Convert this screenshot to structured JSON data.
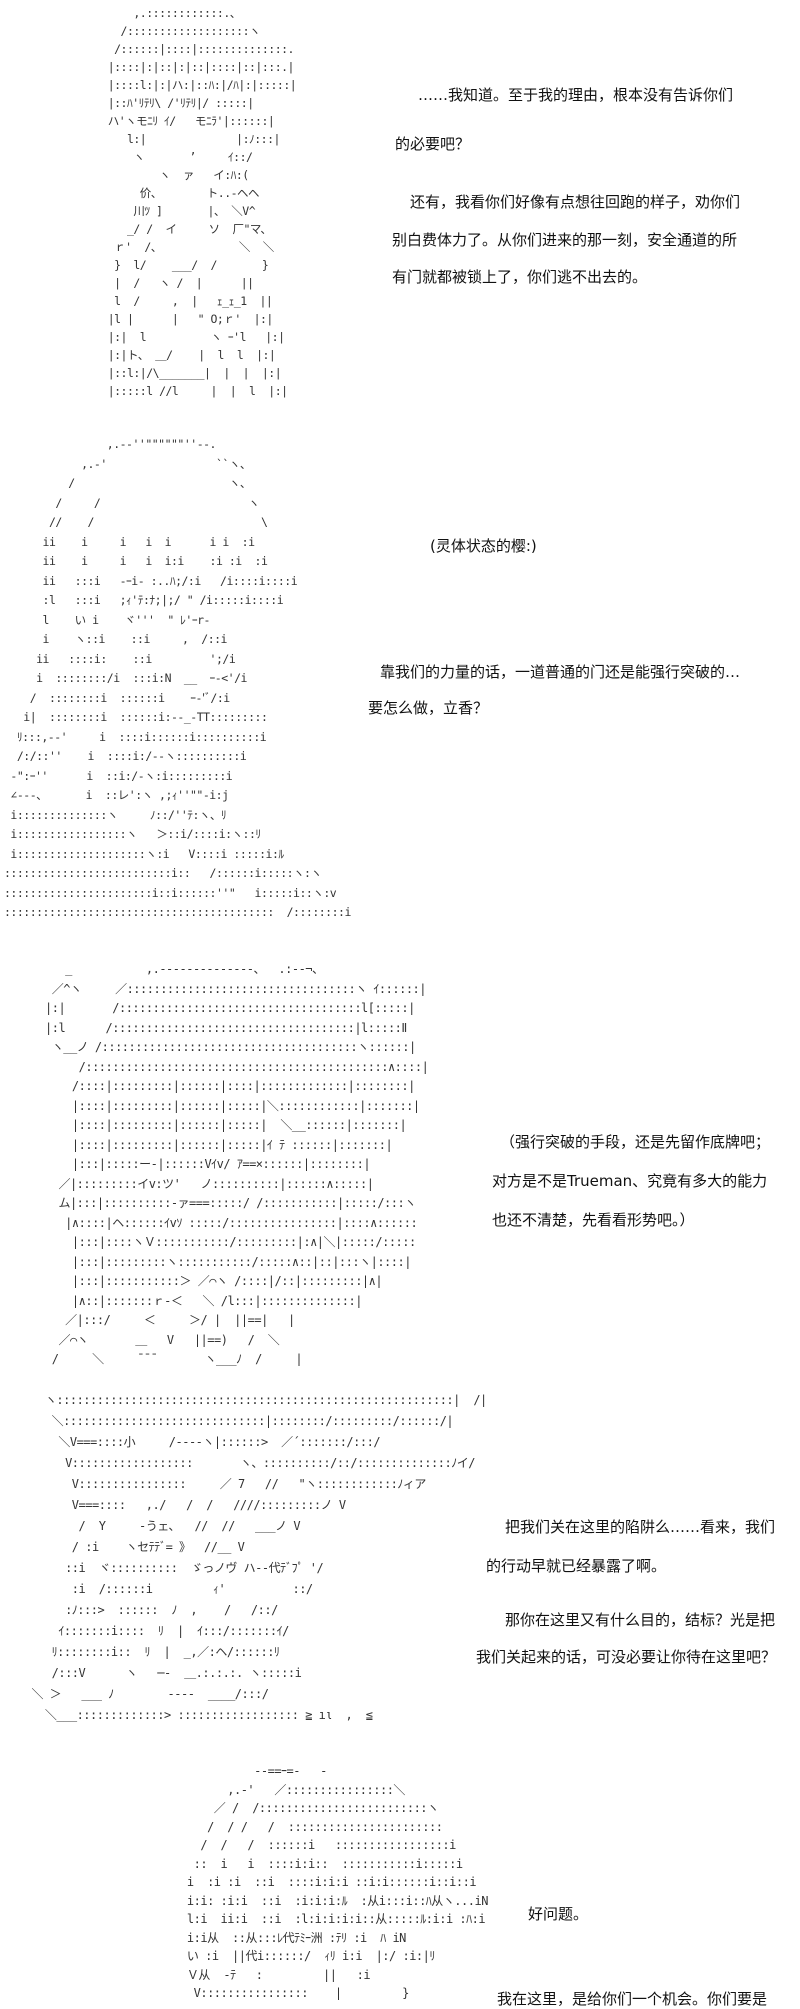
{
  "panels": [
    {
      "art": "        ,.::::::::::::.、\n      /:::::::::::::::::::ヽ\n     /::::::|::::|::::::::::::::.\n    |::::|:|::|:|::|::::|::|:::.|\n    |::::l:|:|ハ:|::ﾊ:|/ﾊ|:|:::::|\n    |::ﾊ'ﾘﾃﾘ\\ /'ﾘﾃﾘ|/ :::::|\n    ハ'ヽモﾆﾘ ｲ/   モﾆﾗ'|::::::|\n       l:|              |:ﾉ:::|\n        ヽ       ’     ｲ::/\n            ヽ  ァ   イ:ﾊ:(\n         价、       ト..-ヘヘ\n        川ﾂ ]       |、 ＼V^\n       _/ /  イ     ソ  厂\"マ、\n     ｒ'  /、            ＼  ＼\n     }  l/    ___/  /       }\n     |  /   ヽ /  |      ||\n     l  /     ,  |   ｪ_ｪ_1  ||\n    |l |      |   \" O;ｒ'  |:|\n    |:|  l          ヽ ｰ'l   |:|\n    |:|ト、 ＿/    |  l  l  |:|\n    |::l:|/\\_______|  |  |  |:|\n    |:::::l //l     |  |  l  |:|",
      "paragraphs": [
        [
          "……我知道。至于我的理由，根本没有告诉你们",
          "的必要吧？"
        ],
        [
          "还有，我看你们好像有点想往回跑的样子，劝你们",
          "别白费体力了。从你们进来的那一刻，安全通道的所",
          "有门就都被锁上了，你们逃不出去的。"
        ]
      ]
    },
    {
      "art": "                ,.-‐''\"\"\"\"\"\"''‐-.\n            ,.‐'                 ``ヽ、\n          /                        ヽ、\n        /     /                       ヽ\n       //    /                          \\\n      ii    i     i   i  i      i i  :i\n      ii    i     i   i  i:i    :i :i  :i\n      ii   :::i   ‐ｰi‐ :..ﾊ;/:i   /i::::i::::i\n      :l   :::i   ;ｨ'ﾃ:ﾅ;|;/ \" /i:::::i::::i\n      l    い i    ヾ'''  \" ﾚ'ｰr‐\n      i    ヽ::i    ::i     ,  /::i\n     ii   ::::i:    ::i         ';/i\n     i  ::::::::/i  :::i:N  __  ｰ-<'/i\n    /  ::::::::i  ::::::i    ｰ‐'ﾞ/:i\n   i|  ::::::::i  ::::::i:-‐_-TT:::::::::\n  ﾘ:::,-‐'     i  ::::i::::::i::::::::::i\n  /:/::''    i  ::::i:/‐-ヽ::::::::::i\n ‐\":ｰ''      i  ::i:/‐ヽ:i:::::::::i\n ∠‐‐‐、      i  ::レ':ヽ ,;ｨ''\"\"‐i:j\n i::::::::::::::ヽ     ﾉ::/''ﾃ:ヽ、ﾘ\n i:::::::::::::::::ヽ   ＞::i/::::i:ヽ::ﾘ\n i::::::::::::::::::::ヽ:i   V::::i :::::i:ﾙ\n::::::::::::::::::::::::::i::   /::::::i:::::ヽ:ヽ\n:::::::::::::::::::::::i::i::::::''\"   i:::::i::ヽ:v\n::::::::::::::::::::::::::::::::::::::::::  /::::::::i",
      "paragraphs": [
        [
          "(灵体状态的樱:)"
        ],
        [
          "靠我们的力量的话，一道普通的门还是能强行突破的…",
          "要怎么做，立香？"
        ]
      ]
    },
    {
      "art": "   _           ,.--------------、  .:-‐¬、\n ／^ヽ     ／::::::::::::::::::::::::::::::::::ヽ ｲ::::::|\n|:|       /::::::::::::::::::::::::::::::::::::l[:::::|\n|:l      /::::::::::::::::::::::::::::::::::::|l:::::Ⅱ\n ヽ__ノ /::::::::::::::::::::::::::::::::::::::ヽ::::::|\n     /:::::::::::::::::::::::::::::::::::::::::::::∧::::|\n    /::::|:::::::::|::::::|::::|:::::::::::::|::::::::|\n    |::::|:::::::::|::::::|:::::|＼::::::::::::|:::::::|\n    |::::|:::::::::|::::::|:::::|  ＼__::::::|:::::::|\n    |::::|:::::::::|::::::|:::::|ｲ ﾃ ::::::|:::::::|\n    |:::|:::::ー‐|::::::Vｲv/ ｱ==×::::::|::::::::|\n  ／|:::::::::イv:ツ'   ノ::::::::::|::::::∧:::::|\n  ム|:::|::::::::::-ァ===:::::/ /:::::::::::|:::::/:::ヽ\n   |∧::::|ヘ::::::ｲvｿ :::::/::::::::::::::::|::::∧::::::\n    |:::|::::ヽＶ:::::::::::/:::::::::|:∧|＼|:::::/:::::\n    |:::|:::::::::ヽ:::::::::::/:::::∧::|::|:::ヽ|::::|\n    |:::|:::::::::::＞ ／⌒ヽ /::::|/::|:::::::::|∧|\n    |∧::|:::::::ｒ‐＜   ＼ /l:::|::::::::::::::|\n   ／|:::/     ＜     ＞/ |  ||==|   |\n  ／⌒ヽ       ＿   V   ||==)   /  ＼\n /     ＼     ¯¯¯       ヽ___ﾉ  /     |",
      "paragraphs": [
        [
          "（强行突破的手段，还是先留作底牌吧；",
          "对方是不是Trueman、究竟有多大的能力",
          "也还不清楚，先看看形势吧。）"
        ]
      ]
    },
    {
      "art": "    ヽ:::::::::::::::::::::::::::::::::::::::::::::::::::::::::::|  /|\n     ＼::::::::::::::::::::::::::::::|::::::::/:::::::::/::::::/|\n      ＼V===::::小     /‐‐‐-ヽ|::::::>  ／´:::::::/:::/\n       V::::::::::::::::::       ヽ、::::::::::/::/::::::::::::::ﾉイ/\n        V::::::::::::::::     ／ 7   //   \"ヽ::::::::::::ﾉィア\n        V===::::   ,./   /  /   ////:::::::::ノ V\n         /  Y     ‐うェ､   //  //   ___ノ V\n        / :i    ヽセﾃﾃﾞ= 》  //__ V\n       ::i  ヾ::::::::::  ゞっノヴ ハ‐‐代ﾃﾞﾌﾟ '/\n        :i  /::::::i         ｨ'          ::/\n       :ﾉ:::>  ::::::  ﾉ  ,    /   /::/\n      ｲ:::::::i::::  ﾘ  |  ｲ:::/:::::::ｲ/\n     ﾘ::::::::i::  ﾘ  |  _,／:ヘ/::::::ﾘ\n     /:::V      ヽ   ─‐  ＿.:.:.:. ヽ:::::i\n  ＼ ＞   ___ ﾉ        ‐‐‐‐  ____/:::/\n    ＼___:::::::::::::> :::::::::::::::::: ≧ ıι  ,  ≦",
      "paragraphs": [
        [
          "把我们关在这里的陷阱么……看来，我们",
          "的行动早就已经暴露了啊。"
        ],
        [
          "那你在这里又有什么目的，结标？光是把",
          "我们关起来的话，可没必要让你待在这里吧？"
        ]
      ]
    },
    {
      "art": "              -‐==ｰ=-   ‐\n          ,.‐'   ／::::::::::::::::＼\n        ／ /  /:::::::::::::::::::::::::ヽ\n       /  / /   /  :::::::::::::::::::::::\n      /  /   /  ::::::i   :::::::::::::::::i\n     ::  i   i  ::::i:i::  :::::::::::i:::::i\n    i  :i :i  ::i  ::::i:i:i ::i:i::::::i::i::i\n    i:i: :i:i  ::i  :i:i:i:ﾙ  :从i:::i::ﾊ从ヽ...iN\n    l:i  ii:i  ::i  :l:i:i:i:i::从:::::ﾙ:i:i :ﾊ:i\n    i:i从  ::从:::ﾚ代ﾃﾐｰ洲 :ﾃﾘ :i  ﾊ iN\n    い :i  ||代i::::::/  ｨﾘ i:i  |:/ :i:|ﾘ\n    Ｖ从  ‐ﾃ   :         ||   :i\n     V::::::::::::::::    |         }",
      "paragraphs": [
        [
          "好问题。"
        ],
        [
          "我在这里，是给你们一个机会。你们要是"
        ]
      ]
    }
  ]
}
